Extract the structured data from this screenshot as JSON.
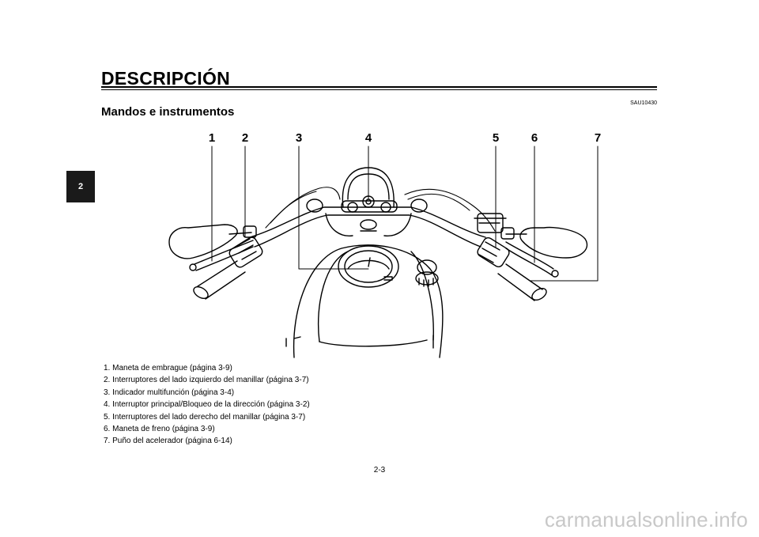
{
  "header": {
    "chapter_title": "DESCRIPCIÓN",
    "chapter_tab": "2"
  },
  "section": {
    "code": "SAU10430",
    "title": "Mandos e instrumentos"
  },
  "figure": {
    "callouts": [
      "1",
      "2",
      "3",
      "4",
      "5",
      "6",
      "7"
    ]
  },
  "legend": [
    "1. Maneta de embrague (página 3-9)",
    "2. Interruptores del lado izquierdo del manillar (página 3-7)",
    "3. Indicador multifunción (página 3-4)",
    "4. Interruptor principal/Bloqueo de la dirección (página 3-2)",
    "5. Interruptores del lado derecho del manillar (página 3-7)",
    "6. Maneta de freno (página 3-9)",
    "7. Puño del acelerador (página 6-14)"
  ],
  "footer": {
    "page_number": "2-3",
    "watermark": "carmanualsonline.info"
  }
}
